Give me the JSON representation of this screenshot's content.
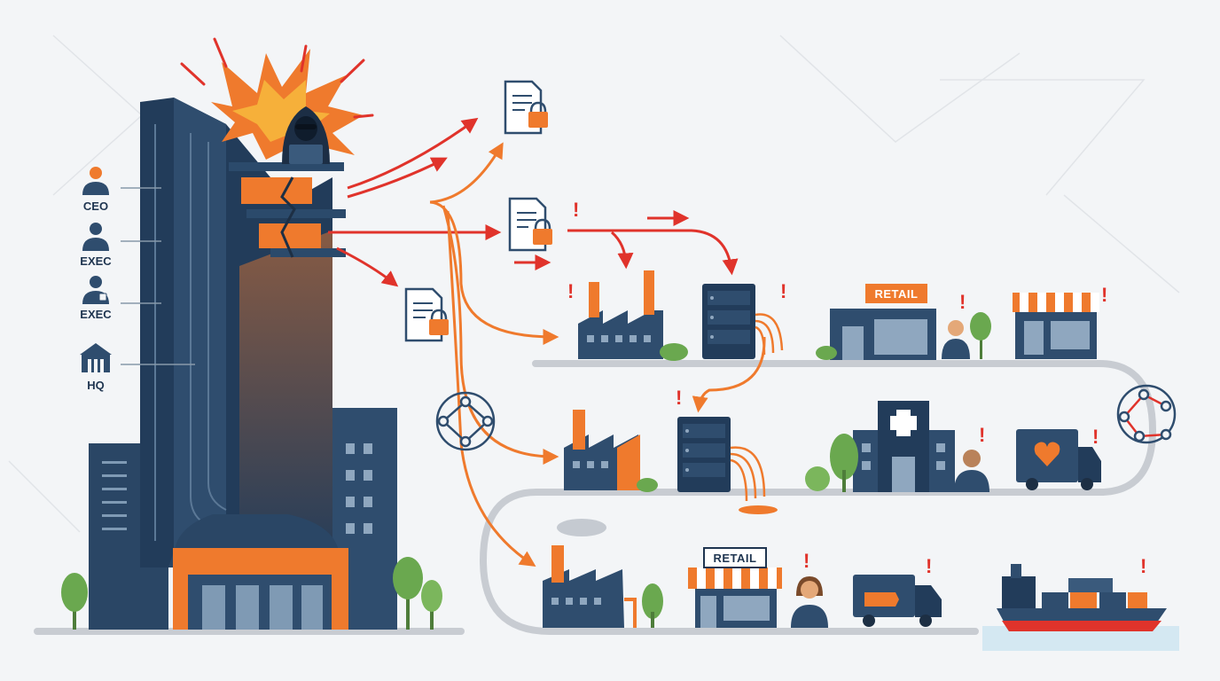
{
  "hierarchy": {
    "levels": [
      {
        "label": "CEO",
        "icon": "person-icon"
      },
      {
        "label": "EXEC",
        "icon": "person-icon"
      },
      {
        "label": "EXEC",
        "icon": "person-badge-icon"
      },
      {
        "label": "HQ",
        "icon": "building-icon"
      }
    ]
  },
  "signs": {
    "retail_top": "RETAIL",
    "retail_bottom": "RETAIL"
  },
  "colors": {
    "navy": "#1f3550",
    "navy_light": "#2f4d6e",
    "orange": "#ef7a2d",
    "red": "#e0332b",
    "green": "#6aa84f",
    "track": "#c8ccd2"
  }
}
